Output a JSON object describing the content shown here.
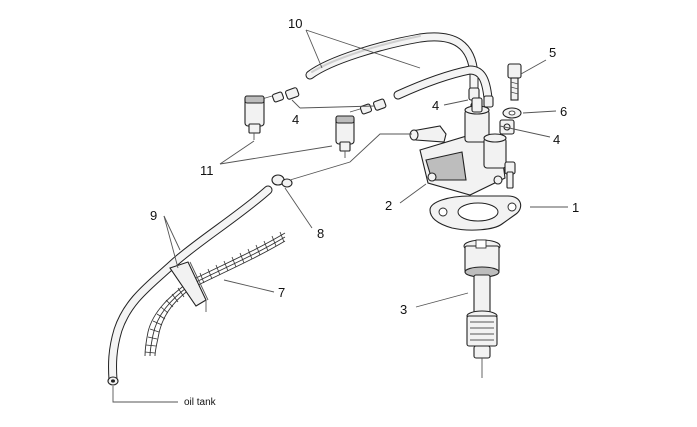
{
  "callouts": {
    "c1": "1",
    "c2": "2",
    "c3": "3",
    "c4a": "4",
    "c4b": "4",
    "c4c": "4",
    "c5": "5",
    "c6": "6",
    "c7": "7",
    "c8": "8",
    "c9": "9",
    "c10": "10",
    "c11": "11"
  },
  "notes": {
    "oil_tank": "oil tank"
  }
}
